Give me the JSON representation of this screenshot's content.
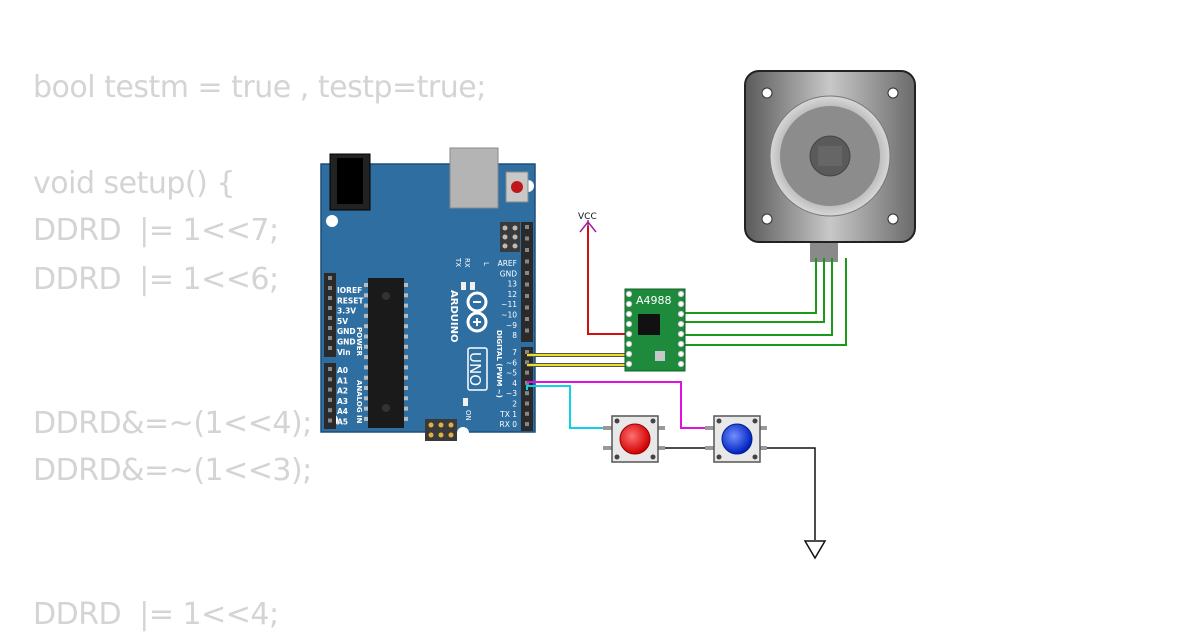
{
  "code_lines": [
    "bool testm = true , testp=true;",
    "void setup() {",
    "DDRD  |= 1<<7;",
    "DDRD  |= 1<<6;",
    "DDRD&=~(1<<4);",
    "DDRD&=~(1<<3);",
    "DDRD  |= 1<<4;"
  ],
  "arduino": {
    "brand": "ARDUINO",
    "model": "UNO",
    "power_header": "POWER",
    "analog_header": "ANALOG IN",
    "digital_header": "DIGITAL (PWM ~)",
    "power_pins": [
      "IOREF",
      "RESET",
      "3.3V",
      "5V",
      "GND",
      "GND",
      "Vin"
    ],
    "analog_pins": [
      "A0",
      "A1",
      "A2",
      "A3",
      "A4",
      "A5"
    ],
    "digital_top_pins": [
      "AREF",
      "GND",
      "13",
      "12",
      "~11",
      "~10",
      "~9",
      "8"
    ],
    "digital_bottom_pins": [
      "7",
      "~6",
      "~5",
      "4",
      "~3",
      "2",
      "TX 1",
      "RX 0"
    ],
    "led_labels": [
      "TX",
      "RX",
      "L",
      "ON"
    ]
  },
  "driver": {
    "label": "A4988"
  },
  "vcc_label": "VCC",
  "colors": {
    "board": "#2f6ea0",
    "driver": "#1e8a3c",
    "wire_vcc": "#d01010",
    "wire_step": "#e8e020",
    "wire_btn_blue": "#e010e0",
    "wire_btn_red": "#10d0e8",
    "wire_motor": "#1a9a1a",
    "wire_gnd": "#111111",
    "button_red": "#e81010",
    "button_blue": "#1040e8"
  }
}
